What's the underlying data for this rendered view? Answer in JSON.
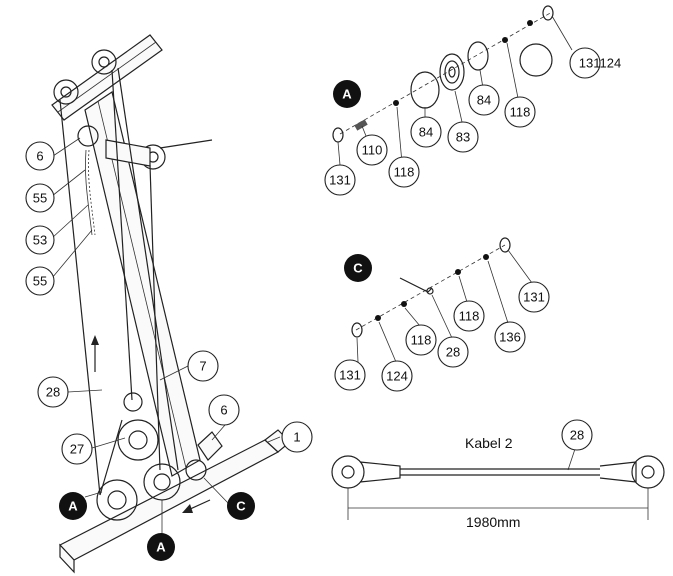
{
  "callouts": {
    "c6a": "6",
    "c55a": "55",
    "c53": "53",
    "c55b": "55",
    "c28a": "28",
    "c27": "27",
    "c7": "7",
    "c6b": "6",
    "c1": "1",
    "c110": "110",
    "c131a": "131",
    "c118a": "118",
    "c84a": "84",
    "c83": "83",
    "c84b": "84",
    "c118b": "118",
    "c131124": "131124",
    "c131b": "131",
    "c118c": "118",
    "c136": "136",
    "c28b": "28",
    "c118d": "118",
    "c124": "124",
    "c131c": "131",
    "c28c": "28"
  },
  "detail_labels": {
    "A_main": "A",
    "A_left": "A",
    "A_bottom": "A",
    "C_main": "C",
    "C_bottom": "C"
  },
  "cable": {
    "name": "Kabel 2",
    "length": "1980mm"
  }
}
